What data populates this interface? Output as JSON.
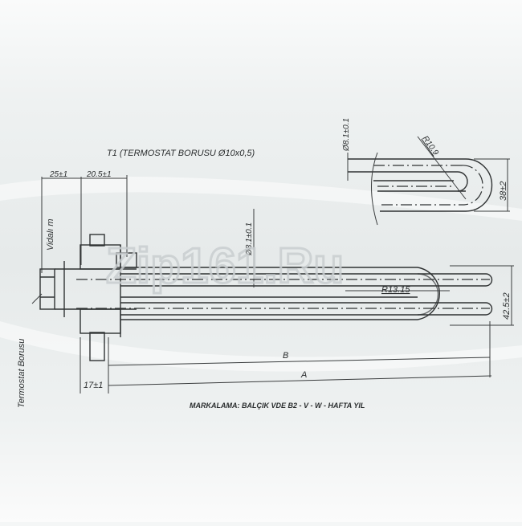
{
  "title": "T1 (TERMOSTAT BORUSU Ø10x0,5)",
  "watermark": "Zip161.Ru",
  "labels": {
    "dim_25": "25±1",
    "dim_20_5": "20.5±1",
    "vidali": "Vidalı m",
    "termostat_borusu": "Termostat Borusu",
    "dia_main": "Ø8.1±0.1",
    "dia_detail": "Ø8.1±0.1",
    "r10_9": "R10.9",
    "dim_38": "38±2",
    "r13_15": "R13.15",
    "dim_42_5": "42.5±2",
    "dim_b": "B",
    "dim_a": "A",
    "dim_17": "17±1",
    "marking": "MARKALAMA: BALÇIK VDE B2 - V - W - HAFTA YIL"
  }
}
